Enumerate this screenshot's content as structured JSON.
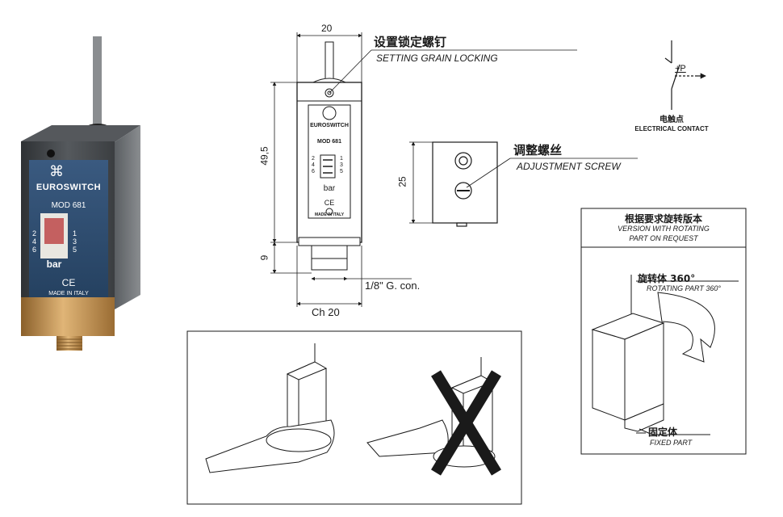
{
  "photo": {
    "brand": "EUROSWITCH",
    "model": "MOD 681",
    "scale_left": [
      "2",
      "4",
      "6"
    ],
    "scale_right": [
      "1",
      "3",
      "5"
    ],
    "unit": "bar",
    "ce_mark": "CE",
    "origin": "MADE IN ITALY"
  },
  "front_view": {
    "dim_width": "20",
    "dim_height": "49,5",
    "dim_thread_height": "9",
    "dim_hex": "Ch 20",
    "thread_label": "1/8\" G. con.",
    "label_brand": "EUROSWITCH",
    "label_model": "MOD 681",
    "label_scale_left": [
      "2",
      "4",
      "6"
    ],
    "label_scale_right": [
      "1",
      "3",
      "5"
    ],
    "label_unit": "bar",
    "label_ce": "CE",
    "label_origin": "MADE IN ITALY",
    "callout_cn": "设置锁定螺钉",
    "callout_en": "SETTING GRAIN LOCKING"
  },
  "side_view": {
    "dim_height": "25",
    "callout_cn": "调整螺丝",
    "callout_en": "ADJUSTMENT SCREW"
  },
  "contact_symbol": {
    "label_p": "+P",
    "label_cn": "电触点",
    "label_en": "ELECTRICAL CONTACT"
  },
  "rotating_panel": {
    "title_cn": "根据要求旋转版本",
    "title_en_1": "VERSION WITH ROTATING",
    "title_en_2": "PART ON REQUEST",
    "rotating_cn": "旋转体 360°",
    "rotating_en": "ROTATING PART 360°",
    "fixed_cn": "固定体",
    "fixed_en": "FIXED PART"
  },
  "colors": {
    "body_dark": "#3d4043",
    "label_blue": "#2f4b6e",
    "brass": "#b8894a",
    "line": "#1a1a1a"
  }
}
